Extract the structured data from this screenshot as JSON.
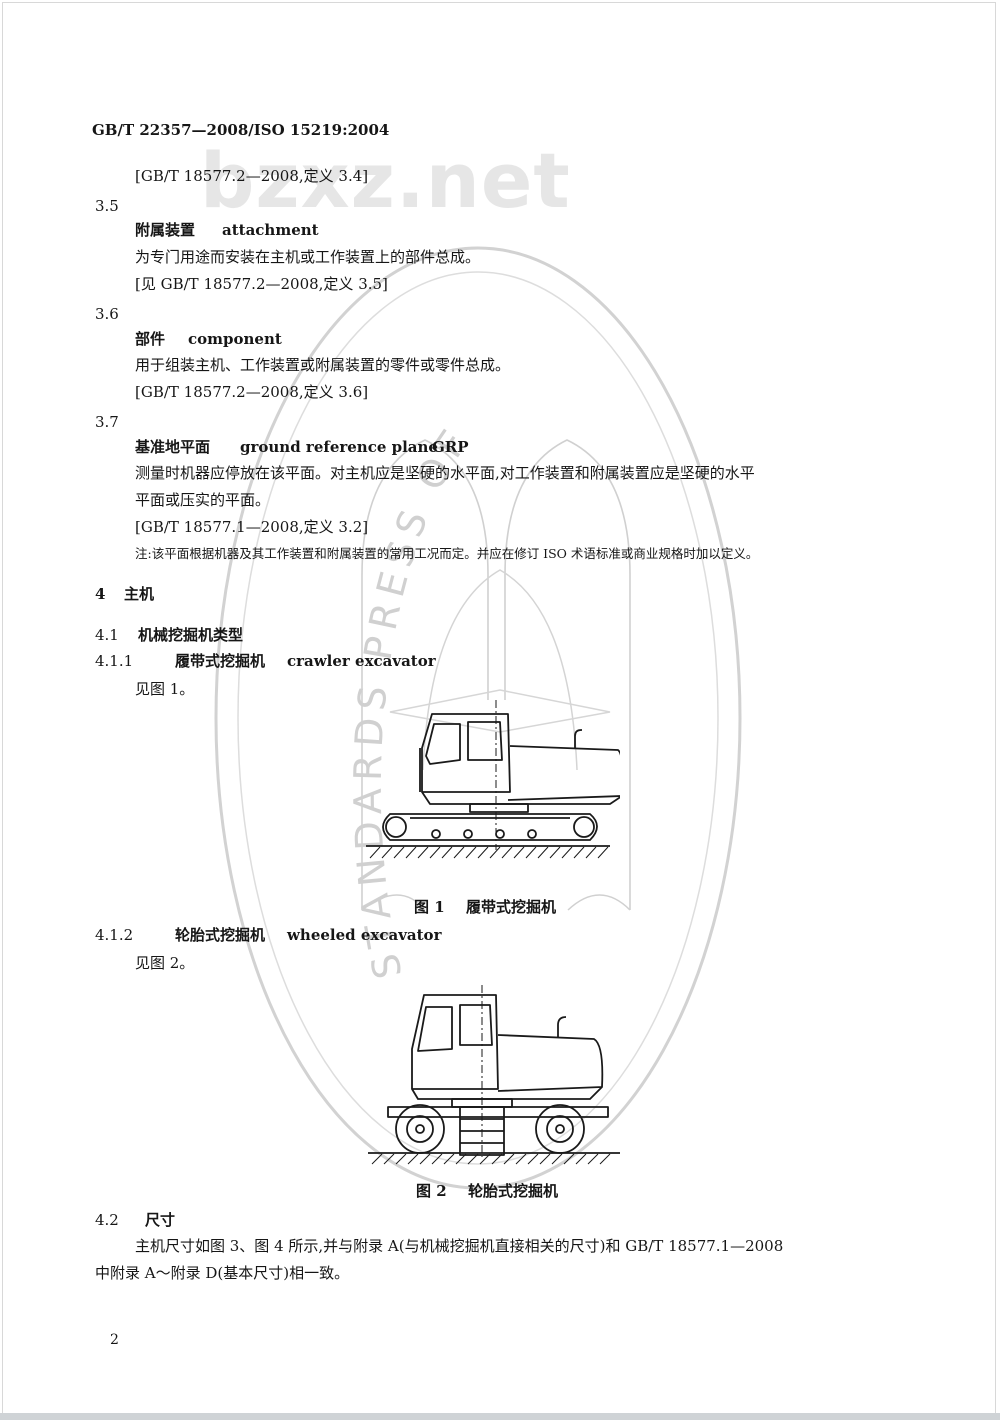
{
  "header": {
    "standard_code": "GB/T 22357—2008/ISO 15219:2004"
  },
  "watermark": {
    "text": "bzxz.net",
    "seal_text": "STANDARDS PRESS OF CHINA"
  },
  "sections": {
    "ref_3_4": "[GB/T 18577.2—2008,定义 3.4]",
    "s3_5": {
      "number": "3.5",
      "term_cn": "附属装置",
      "term_en": "attachment",
      "definition": "为专门用途而安装在主机或工作装置上的部件总成。",
      "ref": "[见 GB/T 18577.2—2008,定义 3.5]"
    },
    "s3_6": {
      "number": "3.6",
      "term_cn": "部件",
      "term_en": "component",
      "definition": "用于组装主机、工作装置或附属装置的零件或零件总成。",
      "ref": "[GB/T 18577.2—2008,定义 3.6]"
    },
    "s3_7": {
      "number": "3.7",
      "term_cn": "基准地平面",
      "term_en": "ground reference plane",
      "term_abbr": "GRP",
      "definition_line1": "测量时机器应停放在该平面。对主机应是坚硬的水平面,对工作装置和附属装置应是坚硬的水平",
      "definition_line2": "平面或压实的平面。",
      "ref": "[GB/T 18577.1—2008,定义 3.2]",
      "note": "注:该平面根据机器及其工作装置和附属装置的常用工况而定。并应在修订 ISO 术语标准或商业规格时加以定义。"
    },
    "s4": {
      "number": "4",
      "title": "主机"
    },
    "s4_1": {
      "number": "4.1",
      "title": "机械挖掘机类型"
    },
    "s4_1_1": {
      "number": "4.1.1",
      "title_cn": "履带式挖掘机",
      "title_en": "crawler excavator",
      "see": "见图 1。"
    },
    "fig1_caption": {
      "label": "图 1",
      "title": "履带式挖掘机"
    },
    "s4_1_2": {
      "number": "4.1.2",
      "title_cn": "轮胎式挖掘机",
      "title_en": "wheeled excavator",
      "see": "见图 2。"
    },
    "fig2_caption": {
      "label": "图 2",
      "title": "轮胎式挖掘机"
    },
    "s4_2": {
      "number": "4.2",
      "title": "尺寸",
      "body_line1": "主机尺寸如图 3、图 4 所示,并与附录 A(与机械挖掘机直接相关的尺寸)和 GB/T 18577.1—2008",
      "body_line2": "中附录 A～附录 D(基本尺寸)相一致。"
    }
  },
  "footer": {
    "page_number": "2"
  }
}
